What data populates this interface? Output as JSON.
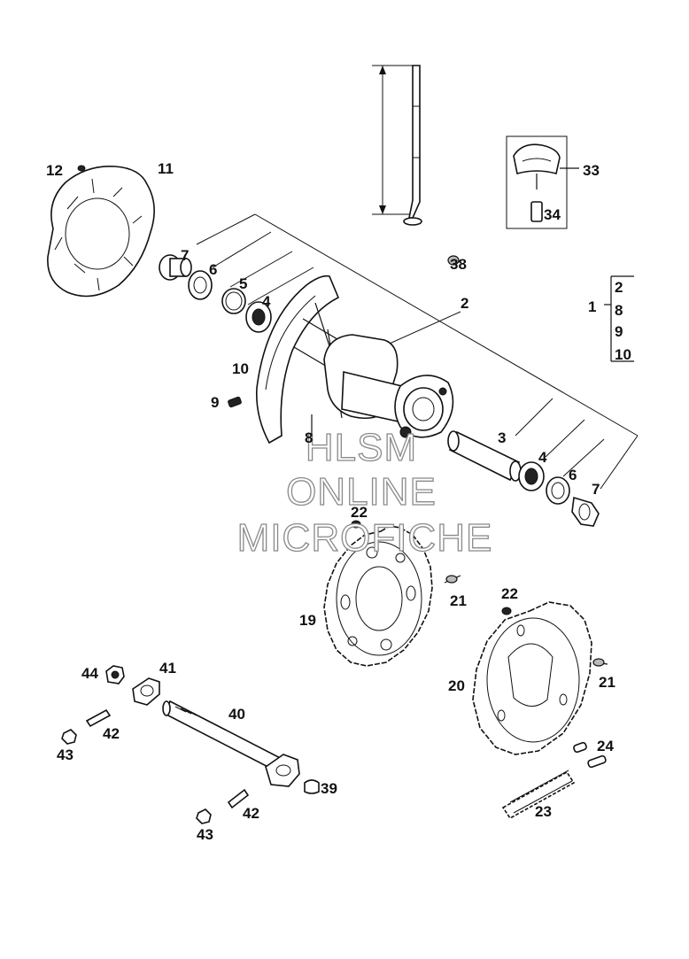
{
  "labels": {
    "l1": "1",
    "l2": "2",
    "l2b": "2",
    "l3": "3",
    "l4a": "4",
    "l4b": "4",
    "l5": "5",
    "l6a": "6",
    "l6b": "6",
    "l7a": "7",
    "l7b": "7",
    "l8": "8",
    "l8b": "8",
    "l9": "9",
    "l9b": "9",
    "l10": "10",
    "l10b": "10",
    "l11": "11",
    "l12": "12",
    "l19": "19",
    "l20": "20",
    "l21a": "21",
    "l21b": "21",
    "l22a": "22",
    "l22b": "22",
    "l23": "23",
    "l24": "24",
    "l33": "33",
    "l34": "34",
    "l38": "38",
    "l39": "39",
    "l40": "40",
    "l41": "41",
    "l42a": "42",
    "l42b": "42",
    "l43a": "43",
    "l43b": "43",
    "l44": "44"
  },
  "watermark": {
    "line1": "HLSM",
    "line2": "ONLINE",
    "line3": "MICROFICHE"
  }
}
